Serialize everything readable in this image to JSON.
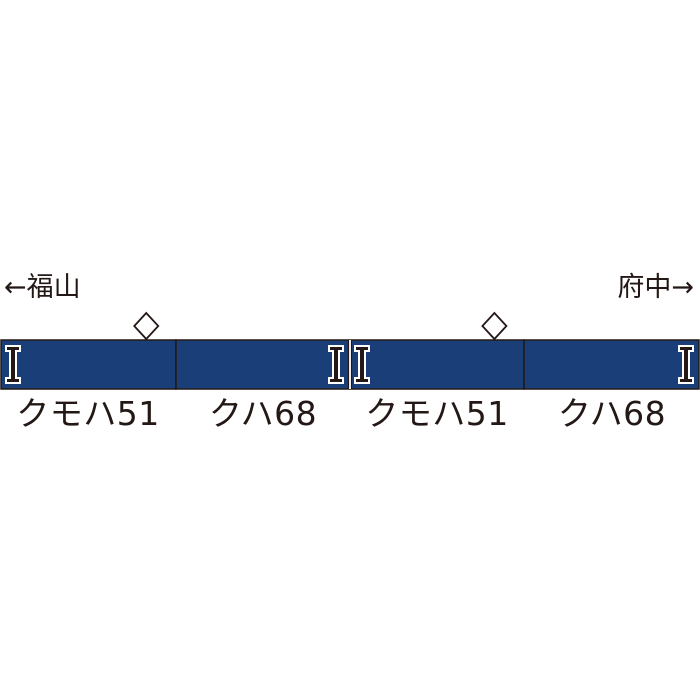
{
  "directions": {
    "left": "←福山",
    "right": "府中→"
  },
  "colors": {
    "car_body": "#1a3f78",
    "outline": "#231815",
    "cab_marker": "#231815",
    "background": "#ffffff"
  },
  "cars": [
    {
      "label": "クモハ51",
      "pantograph": true,
      "cab": "left"
    },
    {
      "label": "クハ68",
      "pantograph": false,
      "cab": "right"
    },
    {
      "label": "クモハ51",
      "pantograph": true,
      "cab": "left"
    },
    {
      "label": "クハ68",
      "pantograph": false,
      "cab": "right"
    }
  ]
}
